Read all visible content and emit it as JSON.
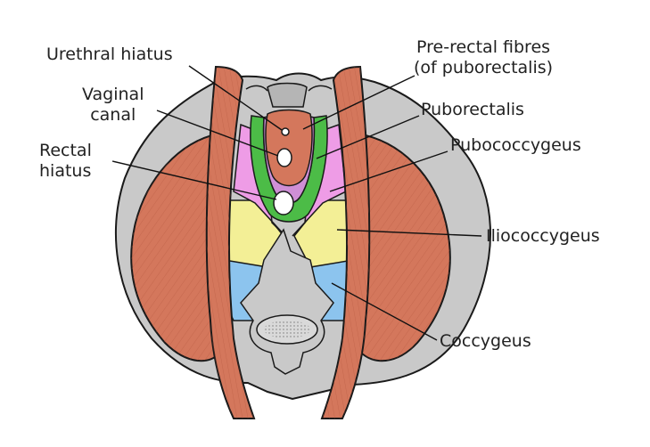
{
  "labels": {
    "urethral_hiatus": "Urethral hiatus",
    "vaginal_canal": [
      "Vaginal",
      "canal"
    ],
    "rectal_hiatus": [
      "Rectal",
      "hiatus"
    ],
    "pre_rectal_fibres": [
      "Pre-rectal fibres",
      "(of puborectalis)"
    ],
    "puborectalis": "Puborectalis",
    "pubococcygeus": "Pubococcygeus",
    "iliococcygeus": "Iliococcygeus",
    "coccygeus": "Coccygeus"
  },
  "colors": {
    "bone": "#c9c9c9",
    "bone_dark": "#9d9d9d",
    "muscle": "#d4775c",
    "muscle_light": "#e8a48c",
    "pre_rectal_fibres": "#cf8fd6",
    "puborectalis": "#4cbc47",
    "pubococcygeus": "#ee9ce6",
    "iliococcygeus": "#f3ef96",
    "coccygeus": "#8cc4ee",
    "outline": "#1a1a1a"
  }
}
